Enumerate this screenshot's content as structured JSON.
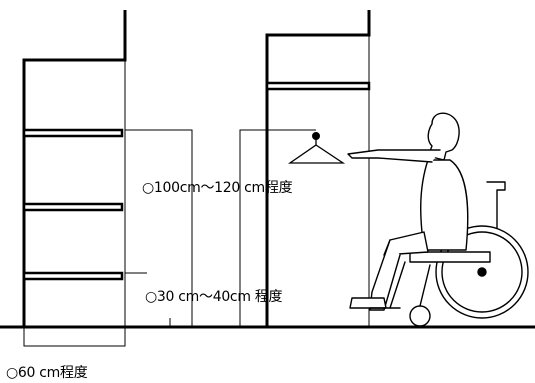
{
  "labels": {
    "reach_height": "○100cm～120 cm程度",
    "low_height": "○30 cm～40cm 程度",
    "depth": "○60 cm程度"
  }
}
